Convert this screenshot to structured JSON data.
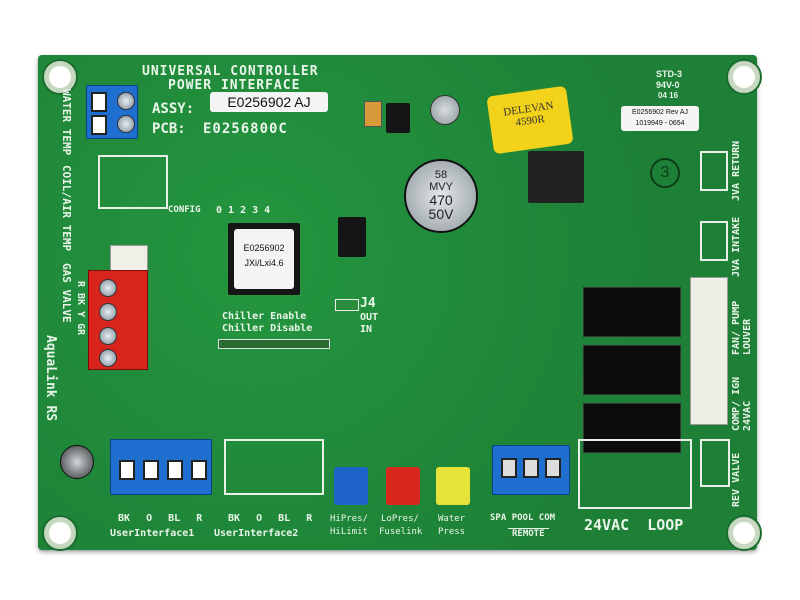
{
  "board": {
    "title_line1": "UNIVERSAL CONTROLLER",
    "title_line2": "POWER INTERFACE",
    "assy_label": "ASSY:",
    "assy_value": "E0256902 AJ",
    "pcb_label": "PCB:",
    "pcb_value": "E0256800C",
    "cert_line1": "STD-3",
    "cert_line2": "94V-0",
    "cert_line3": "04 16",
    "rev_sticker_line1": "E0256902 Rev AJ",
    "rev_sticker_line2": "1019949 - 0654",
    "circle_mark": "3",
    "config_label": "CONFIG",
    "config_numbers": "0 1 2 3 4",
    "chip_label_line1": "E0256902",
    "chip_label_line2": "JXi/Lxi4.6",
    "chiller_enable": "Chiller Enable",
    "chiller_disable": "Chiller Disable",
    "j4_label": "J4",
    "j4_out": "OUT",
    "j4_in": "IN",
    "capacitor_main": [
      "58",
      "MVY",
      "470",
      "50V"
    ],
    "inductor_label": [
      "DELEVAN",
      "4590R"
    ],
    "left_labels": {
      "water_temp": "WATER TEMP",
      "coil_air_temp": "COIL/AIR TEMP",
      "gas_valve": "GAS VALVE",
      "aqualink": "AquaLink RS",
      "aqualink_pins": "R  BK  Y  GR"
    },
    "right_labels": {
      "jva_return": "JVA RETURN",
      "jva_intake": "JVA INTAKE",
      "fan_pump_louver": "FAN/ PUMP LOUVER",
      "comp_ign_24vac": "COMP/ IGN 24VAC",
      "rev_valve": "REV VALVE"
    },
    "bottom": {
      "ui1_pins": [
        "BK",
        "O",
        "BL",
        "R"
      ],
      "ui1_label": "UserInterface1",
      "ui2_pins": [
        "BK",
        "O",
        "BL",
        "R"
      ],
      "ui2_label": "UserInterface2",
      "j17_line1": "HiPres/",
      "j17_line2": "HiLimit",
      "j16_line1": "LoPres/",
      "j16_line2": "Fuselink",
      "j15_line1": "Water",
      "j15_line2": "Press",
      "remote_pins": [
        "SPA",
        "POOL",
        "COM"
      ],
      "remote_label": "REMOTE",
      "loop_label": "24VAC  LOOP"
    },
    "colors": {
      "board": "#1f8a3a",
      "terminal_blue": "#1f6fd0",
      "terminal_red": "#d8241c",
      "jumper_blue": "#1e63c8",
      "jumper_red": "#d8281e",
      "jumper_yellow": "#e6e23a",
      "inductor_yellow": "#f2d21a"
    }
  }
}
